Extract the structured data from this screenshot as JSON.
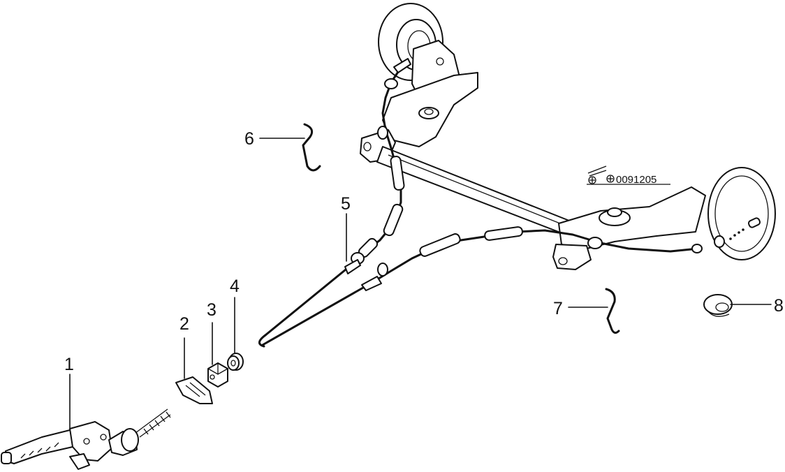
{
  "drawing_code": "0091205",
  "callouts": [
    {
      "id": "1",
      "text": "1"
    },
    {
      "id": "2",
      "text": "2"
    },
    {
      "id": "3",
      "text": "3"
    },
    {
      "id": "4",
      "text": "4"
    },
    {
      "id": "5",
      "text": "5"
    },
    {
      "id": "6",
      "text": "6"
    },
    {
      "id": "7",
      "text": "7"
    },
    {
      "id": "8",
      "text": "8"
    }
  ]
}
